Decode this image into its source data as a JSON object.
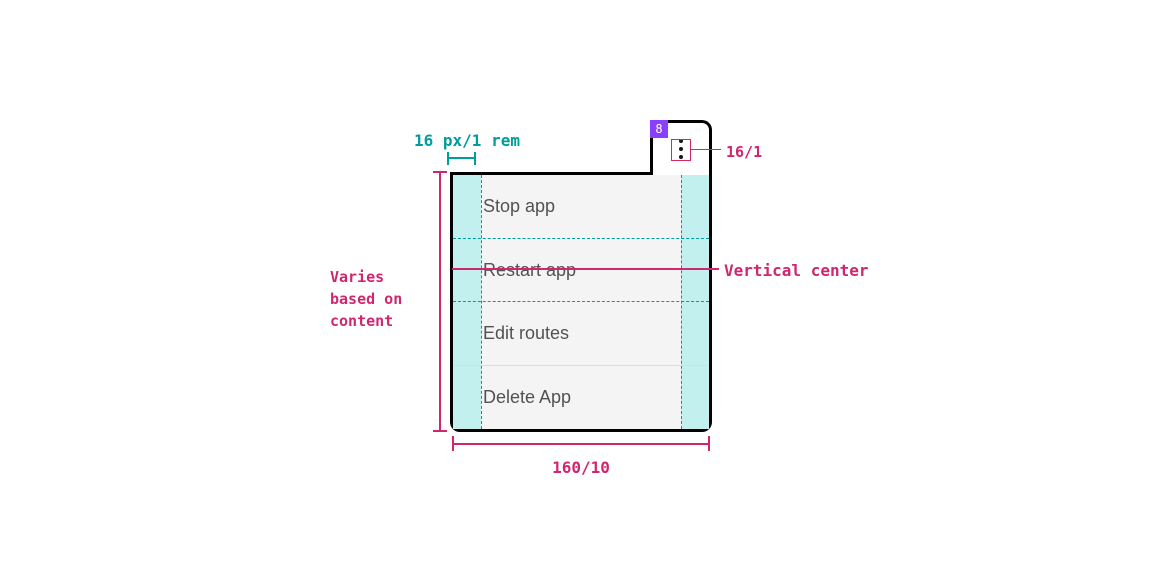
{
  "spec": {
    "padding_annotation": "16 px/1 rem",
    "icon_size_annotation": "16/1",
    "vertical_center_annotation": "Vertical center",
    "height_annotation": [
      "Varies",
      "based on",
      "content"
    ],
    "width_annotation": "160/10",
    "badge": "8"
  },
  "menu": {
    "items": [
      "Stop app",
      "Restart app",
      "Edit routes",
      "Delete App"
    ]
  },
  "icons": {
    "trigger": "overflow-menu-kebab-icon"
  },
  "colors": {
    "spec_pink": "#d02670",
    "spec_teal": "#009d9a",
    "highlight_cyan": "#c2f0ef",
    "badge_purple": "#8a3ffc",
    "menu_bg": "#f4f4f4",
    "item_text": "#525252",
    "outline": "#000000"
  }
}
